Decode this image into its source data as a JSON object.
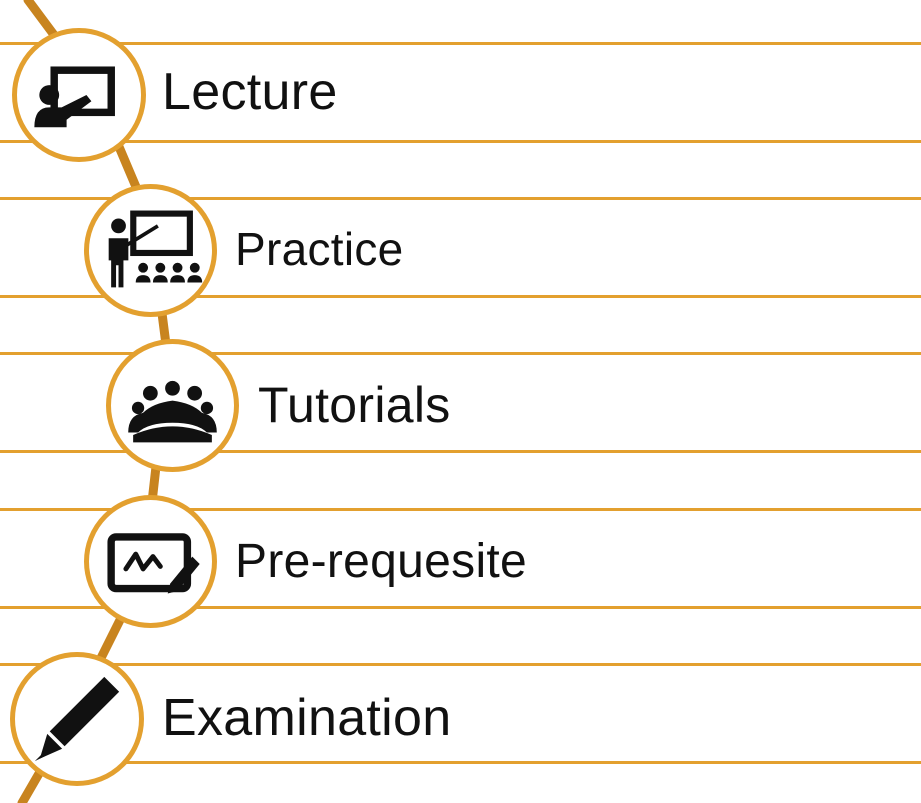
{
  "items": [
    {
      "label": "Lecture",
      "icon": "presentation-board-icon"
    },
    {
      "label": "Practice",
      "icon": "teacher-classroom-icon"
    },
    {
      "label": "Tutorials",
      "icon": "group-meeting-icon"
    },
    {
      "label": "Pre-requesite",
      "icon": "whiteboard-tablet-icon"
    },
    {
      "label": "Examination",
      "icon": "pencil-icon"
    }
  ],
  "colors": {
    "accent": "#e3a02f",
    "spine": "#c8841f",
    "icon": "#111111",
    "text": "#111111"
  }
}
